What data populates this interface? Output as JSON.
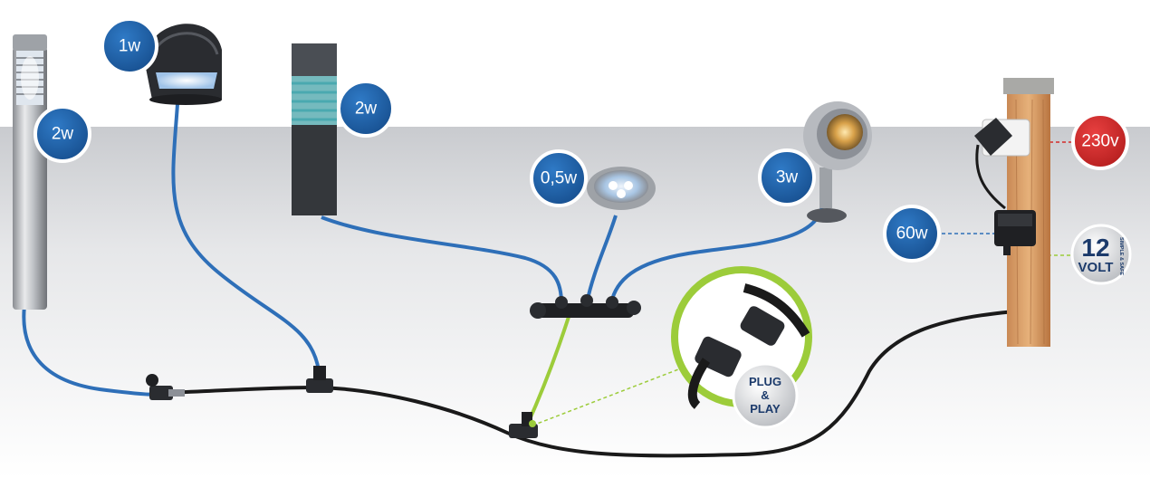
{
  "colors": {
    "badge_blue": "#1d5fa8",
    "badge_red": "#d42b2b",
    "cable_blue": "#2e6fb8",
    "cable_green": "#9ccc3a",
    "cable_black": "#1a1a1a"
  },
  "badges": {
    "bollard": "2w",
    "wall_light": "1w",
    "stone_light": "2w",
    "deck_light": "0,5w",
    "spotlight": "3w",
    "transformer": "60w",
    "mains": "230v"
  },
  "volt_badge": {
    "number": "12",
    "unit": "VOLT",
    "side_text": "SIMPLE & SAFE"
  },
  "plug_badge": {
    "line1": "PLUG",
    "line2": "&",
    "line3": "PLAY"
  }
}
